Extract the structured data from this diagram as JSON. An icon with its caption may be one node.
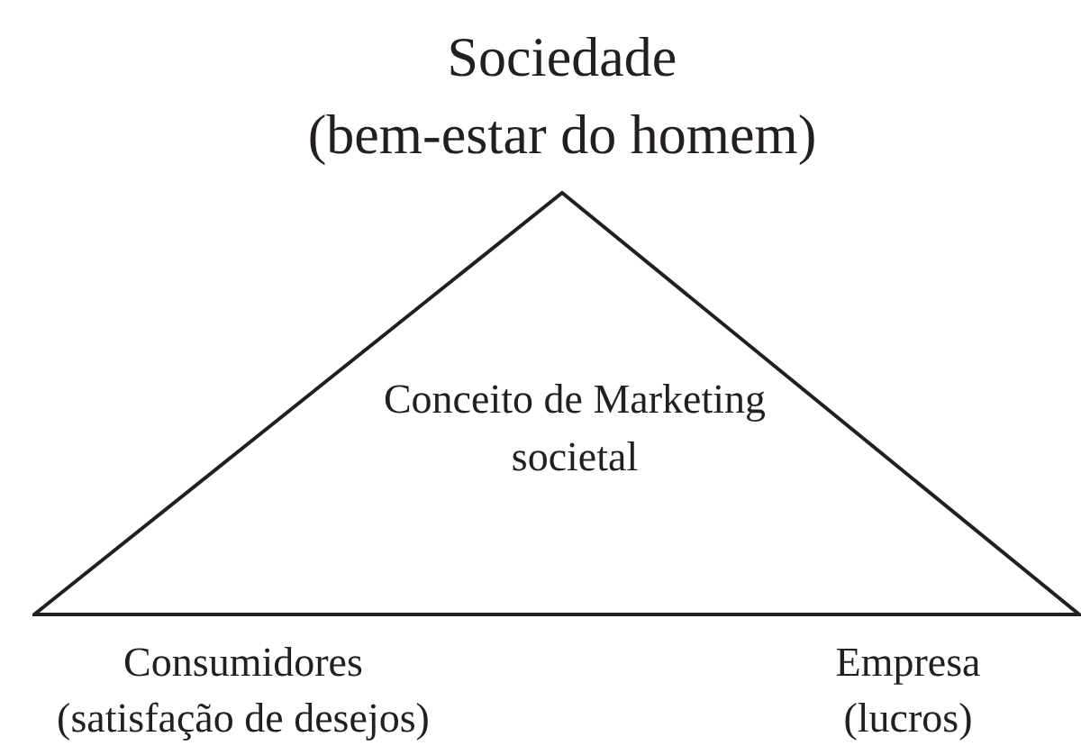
{
  "diagram": {
    "nodes": [
      {
        "text": [
          "Conceito de Marketing societal"
        ]
      }
    ],
    "edges": [],
    "labels": [
      "Sociedade (bem-estar do homem)",
      "Consumidores (satisfação de desejos)",
      "Empresa (lucros)"
    ]
  }
}
